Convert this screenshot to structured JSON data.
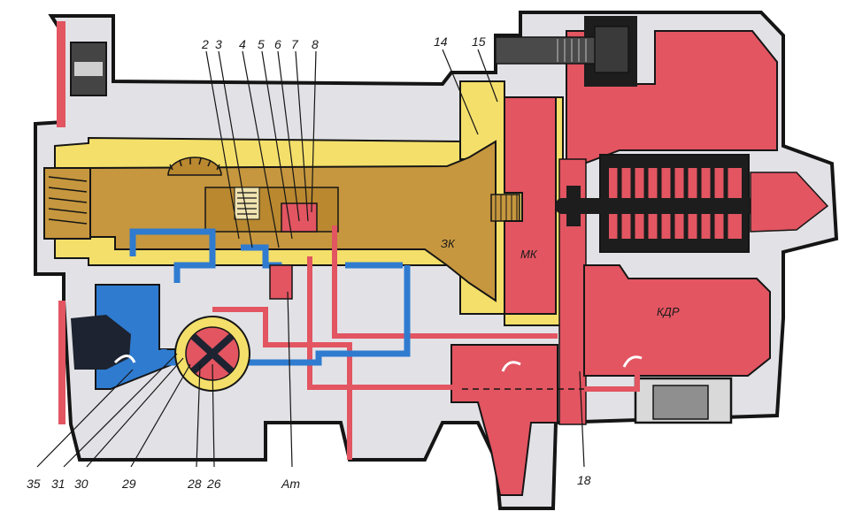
{
  "labels": {
    "n2": "2",
    "n3": "3",
    "n4": "4",
    "n5": "5",
    "n6": "6",
    "n7": "7",
    "n8": "8",
    "n14": "14",
    "n15": "15",
    "n18": "18",
    "n26": "26",
    "n28": "28",
    "n29": "29",
    "n30": "30",
    "n31": "31",
    "n35": "35",
    "at": "Ат"
  },
  "zones": {
    "zk": "ЗК",
    "mk": "МК",
    "kdr": "КДР"
  },
  "colors": {
    "body_fill": "#e2e2e6",
    "outline": "#151515",
    "red": "#e25561",
    "blue": "#2f7bd0",
    "yellow": "#f4df6a",
    "tan": "#c6973e",
    "dark": "#222222",
    "gray": "#8f8f8f"
  }
}
